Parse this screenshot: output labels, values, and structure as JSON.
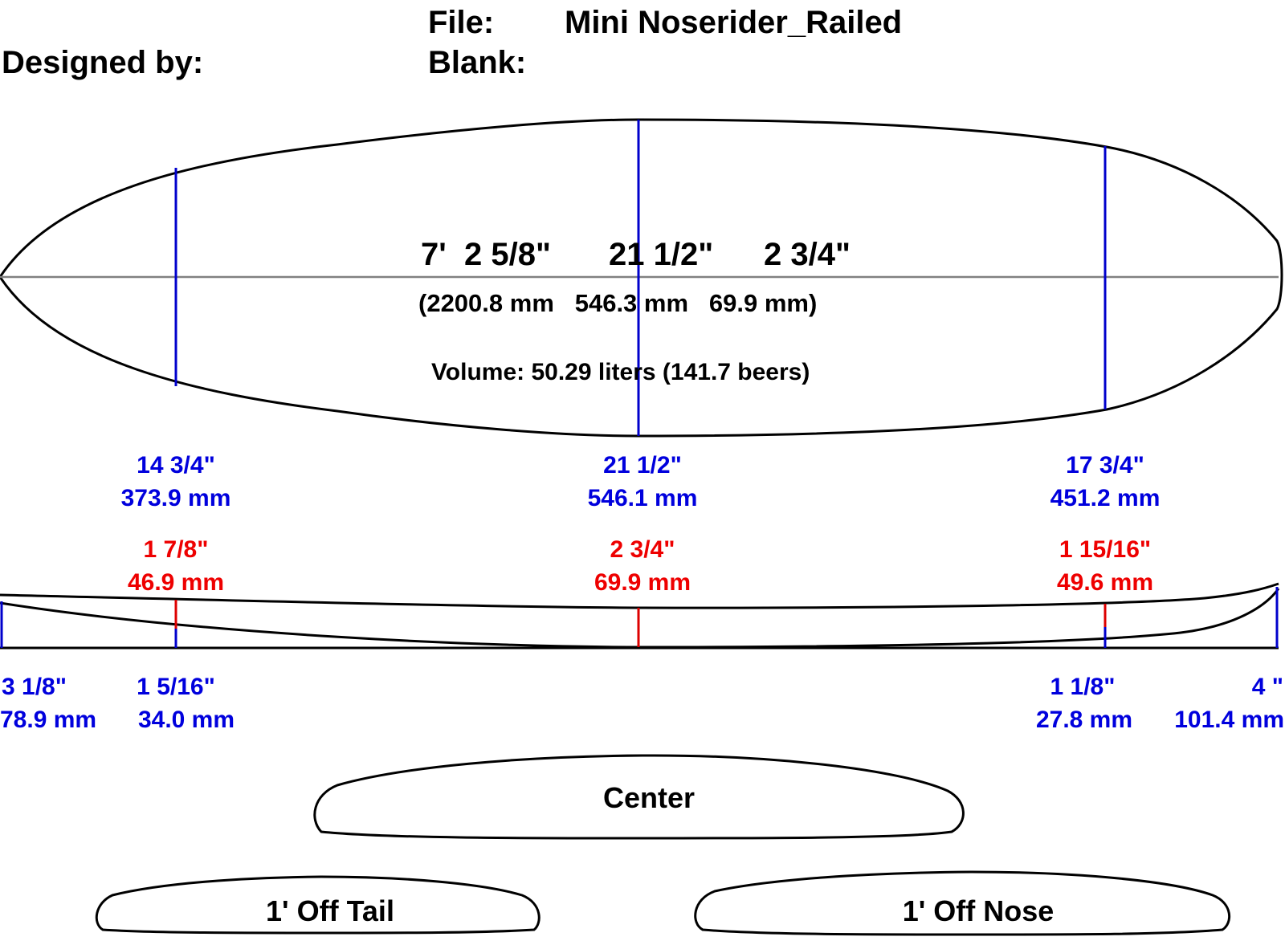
{
  "header": {
    "file_label": "File:",
    "file_name": "Mini Noserider_Railed",
    "designed_by_label": "Designed by:",
    "blank_label": "Blank:"
  },
  "outline": {
    "length_in": "7'  2 5/8\"",
    "width_in": "21 1/2\"",
    "thickness_in": "2 3/4\"",
    "metric_summary": "(2200.8 mm   546.3 mm   69.9 mm)",
    "volume": "Volume: 50.29 liters (141.7 beers)"
  },
  "widths": [
    {
      "imperial": "14 3/4\"",
      "metric": "373.9 mm"
    },
    {
      "imperial": "21 1/2\"",
      "metric": "546.1 mm"
    },
    {
      "imperial": "17 3/4\"",
      "metric": "451.2 mm"
    }
  ],
  "thicknesses": [
    {
      "imperial": "1 7/8\"",
      "metric": "46.9 mm"
    },
    {
      "imperial": "2 3/4\"",
      "metric": "69.9 mm"
    },
    {
      "imperial": "1 15/16\"",
      "metric": "49.6 mm"
    }
  ],
  "rocker": [
    {
      "imperial": "3 1/8\"",
      "metric": "78.9 mm"
    },
    {
      "imperial": "1 5/16\"",
      "metric": "34.0 mm"
    },
    {
      "imperial": "1 1/8\"",
      "metric": "27.8 mm"
    },
    {
      "imperial": "4 \"",
      "metric": "101.4 mm"
    }
  ],
  "sections": {
    "center": "Center",
    "tail": "1' Off Tail",
    "nose": "1' Off Nose"
  },
  "colors": {
    "outline": "#000000",
    "stringer": "#808080",
    "width_lines": "#0000cc",
    "thickness_lines": "#dd0000",
    "label_blue": "#0000dd",
    "label_red": "#ee0000"
  }
}
